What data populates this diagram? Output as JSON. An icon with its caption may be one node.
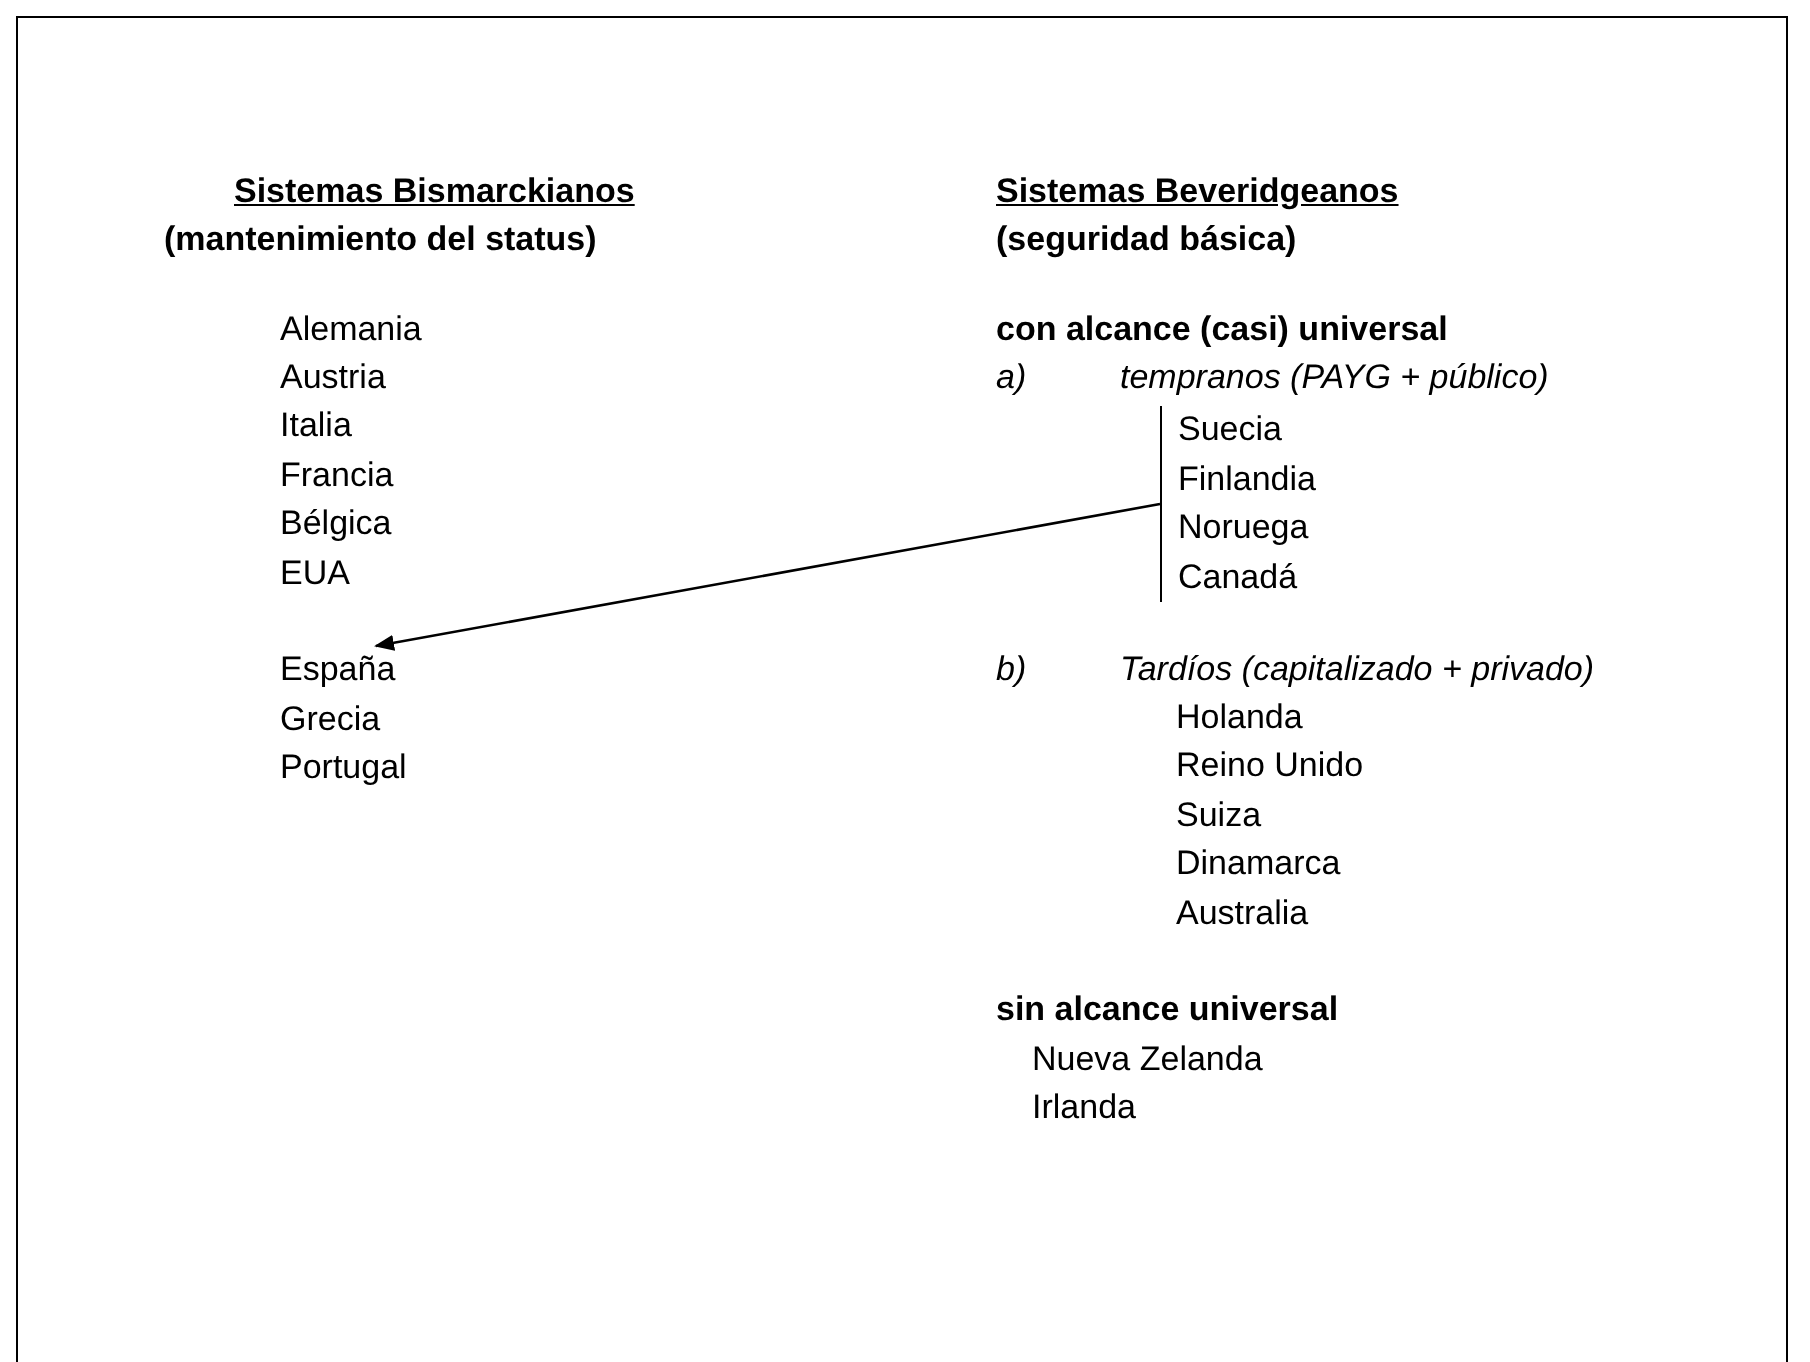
{
  "diagram": {
    "nodes": [
      {
        "text": [
          "Suecia",
          "Finlandia",
          "Noruega",
          "Canadá"
        ]
      },
      {
        "text": [
          "España",
          "Grecia",
          "Portugal"
        ]
      }
    ],
    "edges": [
      {
        "from": 0,
        "to": 1,
        "arrow": "to"
      }
    ],
    "labels": [
      "Sistemas Bismarckianos",
      "(mantenimiento del status)",
      "Alemania",
      "Austria",
      "Italia",
      "Francia",
      "Bélgica",
      "EUA",
      "Sistemas Beveridgeanos",
      "(seguridad básica)",
      "con alcance (casi) universal",
      "a)",
      "tempranos (PAYG + público)",
      "b)",
      "Tardíos (capitalizado + privado)",
      "Holanda",
      "Reino Unido",
      "Suiza",
      "Dinamarca",
      "Australia",
      "sin alcance universal",
      "Nueva Zelanda",
      "Irlanda"
    ]
  }
}
